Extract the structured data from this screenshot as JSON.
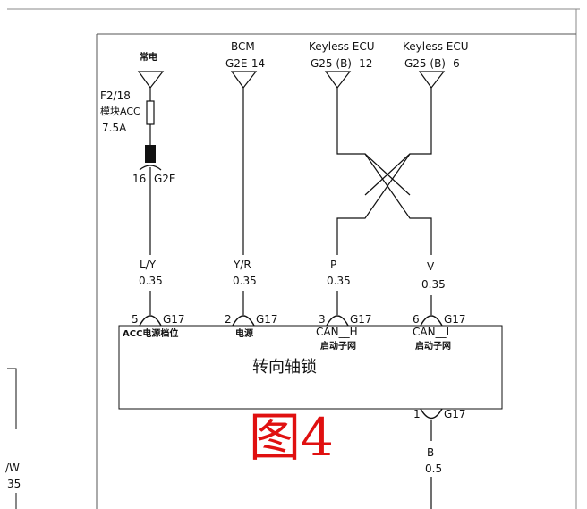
{
  "top_labels": {
    "power": "常电",
    "bcm_name": "BCM",
    "bcm_pin": "G2E-14",
    "keyless1_name": "Keyless ECU",
    "keyless1_pin": "G25 (B) -12",
    "keyless2_name": "Keyless ECU",
    "keyless2_pin": "G25 (B) -6"
  },
  "fuse": {
    "id": "F2/18",
    "name": "模块ACC",
    "rating": "7.5A"
  },
  "connector_g2e": {
    "pin": "16",
    "name": "G2E"
  },
  "wires": [
    {
      "color": "L/Y",
      "gauge": "0.35"
    },
    {
      "color": "Y/R",
      "gauge": "0.35"
    },
    {
      "color": "P",
      "gauge": "0.35"
    },
    {
      "color": "V",
      "gauge": "0.35"
    }
  ],
  "module": {
    "title": "转向轴锁",
    "connector": "G17",
    "pins": [
      {
        "num": "5",
        "label": "ACC电源档位"
      },
      {
        "num": "2",
        "label": "电源"
      },
      {
        "num": "3",
        "signal": "CAN__H",
        "label": "启动子网"
      },
      {
        "num": "6",
        "signal": "CAN__L",
        "label": "启动子网"
      }
    ],
    "ground_pin": {
      "num": "1",
      "connector": "G17"
    }
  },
  "ground_wire": {
    "color": "B",
    "gauge": "0.5"
  },
  "left_partial": {
    "color": "/W",
    "gauge": "35"
  },
  "figure_label": "图4",
  "stroke_color": "#111111",
  "figure_color": "#e01010"
}
